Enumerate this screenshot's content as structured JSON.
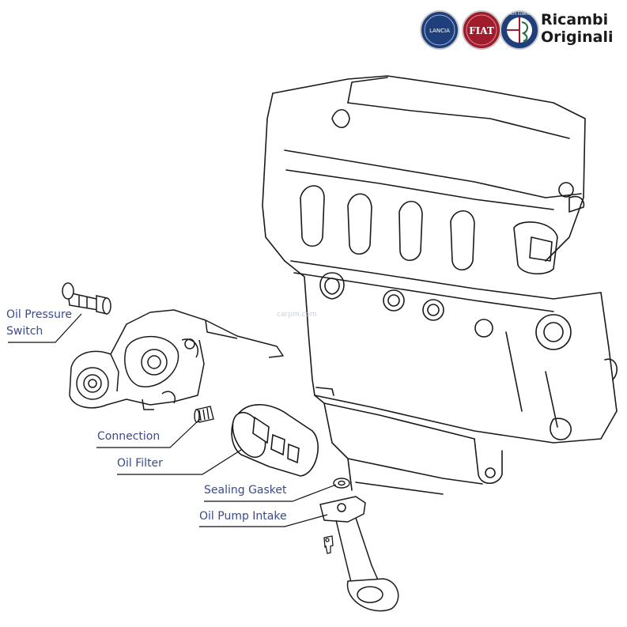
{
  "brand": {
    "line1": "Ricambi",
    "line2": "Originali",
    "logos": [
      {
        "name": "lancia-logo",
        "text": "LANCIA",
        "color": "#1f3f7a"
      },
      {
        "name": "fiat-logo",
        "text": "FIAT",
        "color": "#a01c2c"
      },
      {
        "name": "alfa-romeo-logo",
        "text": "ALFA ROMEO",
        "color": "#1f3f7a"
      }
    ]
  },
  "watermark": "carpm.com",
  "colors": {
    "label": "#3a4a8a",
    "line": "#111111",
    "drawing": "#1a1a1a"
  },
  "callouts": {
    "oil_pressure_switch": [
      "Oil Pressure",
      "Switch"
    ],
    "connection": "Connection",
    "oil_filter": "Oil Filter",
    "sealing_gasket": "Sealing Gasket",
    "oil_pump_intake": "Oil Pump Intake"
  }
}
